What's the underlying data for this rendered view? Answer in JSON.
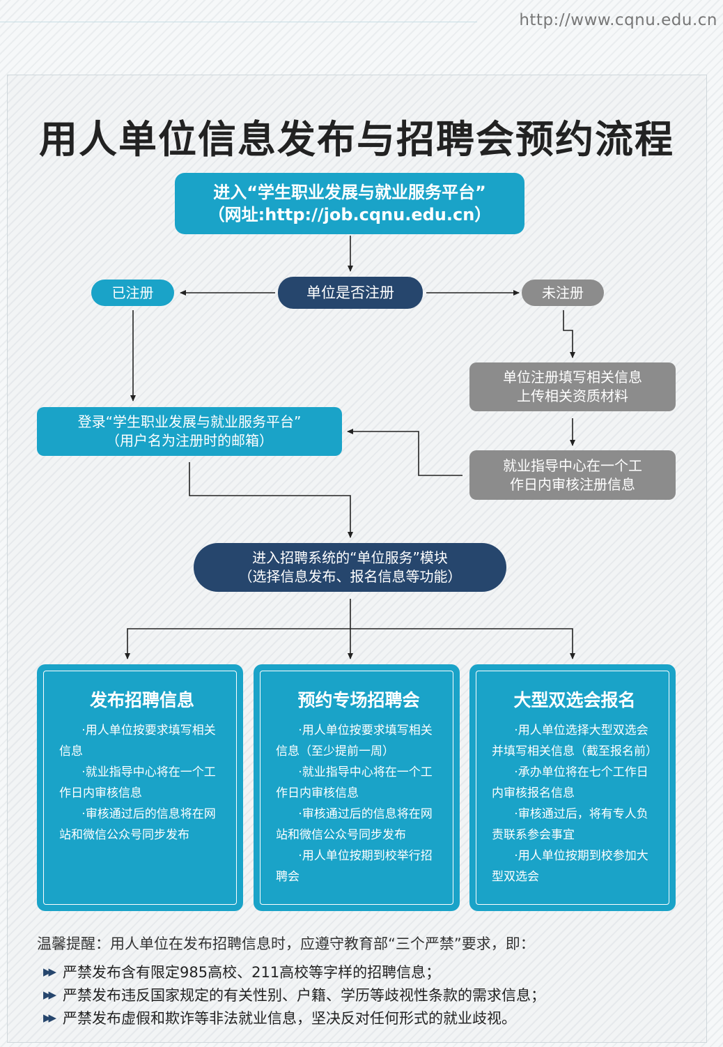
{
  "header": {
    "url": "http://www.cqnu.edu.cn"
  },
  "title": "用人单位信息发布与招聘会预约流程",
  "flow": {
    "platform_entry": [
      "进入“学生职业发展与就业服务平台”",
      "（网址:http://job.cqnu.edu.cn）"
    ],
    "is_registered": "单位是否注册",
    "registered": "已注册",
    "not_registered": "未注册",
    "register_fill": [
      "单位注册填写相关信息",
      "上传相关资质材料"
    ],
    "review": [
      "就业指导中心在一个工",
      "作日内审核注册信息"
    ],
    "login": [
      "登录“学生职业发展与就业服务平台”",
      "（用户名为注册时的邮箱）"
    ],
    "service_module": [
      "进入招聘系统的“单位服务”模块",
      "（选择信息发布、报名信息等功能）"
    ]
  },
  "cards": [
    {
      "title": "发布招聘信息",
      "items": [
        "·用人单位按要求填写相关信息",
        "·就业指导中心将在一个工作日内审核信息",
        "·审核通过后的信息将在网站和微信公众号同步发布"
      ]
    },
    {
      "title": "预约专场招聘会",
      "items": [
        "·用人单位按要求填写相关信息（至少提前一周）",
        "·就业指导中心将在一个工作日内审核信息",
        "·审核通过后的信息将在网站和微信公众号同步发布",
        "·用人单位按期到校举行招聘会"
      ]
    },
    {
      "title": "大型双选会报名",
      "items": [
        "·用人单位选择大型双选会并填写相关信息（截至报名前）",
        "·承办单位将在七个工作日内审核报名信息",
        "·审核通过后，将有专人负责联系参会事宜",
        "·用人单位按期到校参加大型双选会"
      ]
    }
  ],
  "reminder": {
    "intro": "温馨提醒：用人单位在发布招聘信息时，应遵守教育部“三个严禁”要求，即：",
    "rules": [
      "严禁发布含有限定985高校、211高校等字样的招聘信息；",
      "严禁发布违反国家规定的有关性别、户籍、学历等歧视性条款的需求信息；",
      "严禁发布虚假和欺诈等非法就业信息，坚决反对任何形式的就业歧视。"
    ]
  }
}
